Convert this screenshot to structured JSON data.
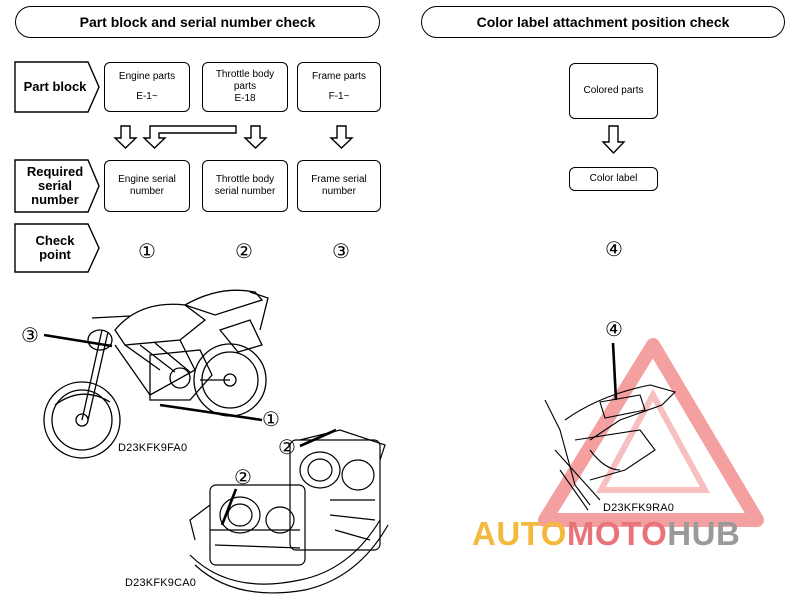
{
  "left_header": "Part block and serial number check",
  "right_header": "Color label attachment position check",
  "row_labels": {
    "part_block": "Part block",
    "required_serial_number": [
      "Required",
      "serial",
      "number"
    ],
    "check_point": [
      "Check",
      "point"
    ]
  },
  "part_blocks": [
    {
      "line1": "Engine parts",
      "line2": "",
      "code": "E-1~"
    },
    {
      "line1": "Throttle body",
      "line2": "parts",
      "code": "E-18"
    },
    {
      "line1": "Frame parts",
      "line2": "",
      "code": "F-1~"
    }
  ],
  "serial_numbers": [
    {
      "line1": "Engine serial",
      "line2": "number"
    },
    {
      "line1": "Throttle body",
      "line2": "serial number"
    },
    {
      "line1": "Frame serial",
      "line2": "number"
    }
  ],
  "check_points": [
    "①",
    "②",
    "③"
  ],
  "color_check": {
    "colored_parts": "Colored parts",
    "color_label": "Color label",
    "check_point": "④"
  },
  "figures": {
    "motorcycle_code": "D23KFK9FA0",
    "throttle_code": "D23KFK9CA0",
    "rear_code": "D23KFK9RA0",
    "callouts": {
      "frame": "③",
      "engine": "①",
      "throttle_top": "②",
      "throttle_left": "②",
      "rear": "④"
    }
  },
  "watermark": {
    "part1": "AUTO",
    "part2": "MOTO",
    "part3": "HUB",
    "color1": "#f3b93c",
    "color2": "#e8747a",
    "color3": "#9a9a9a"
  }
}
